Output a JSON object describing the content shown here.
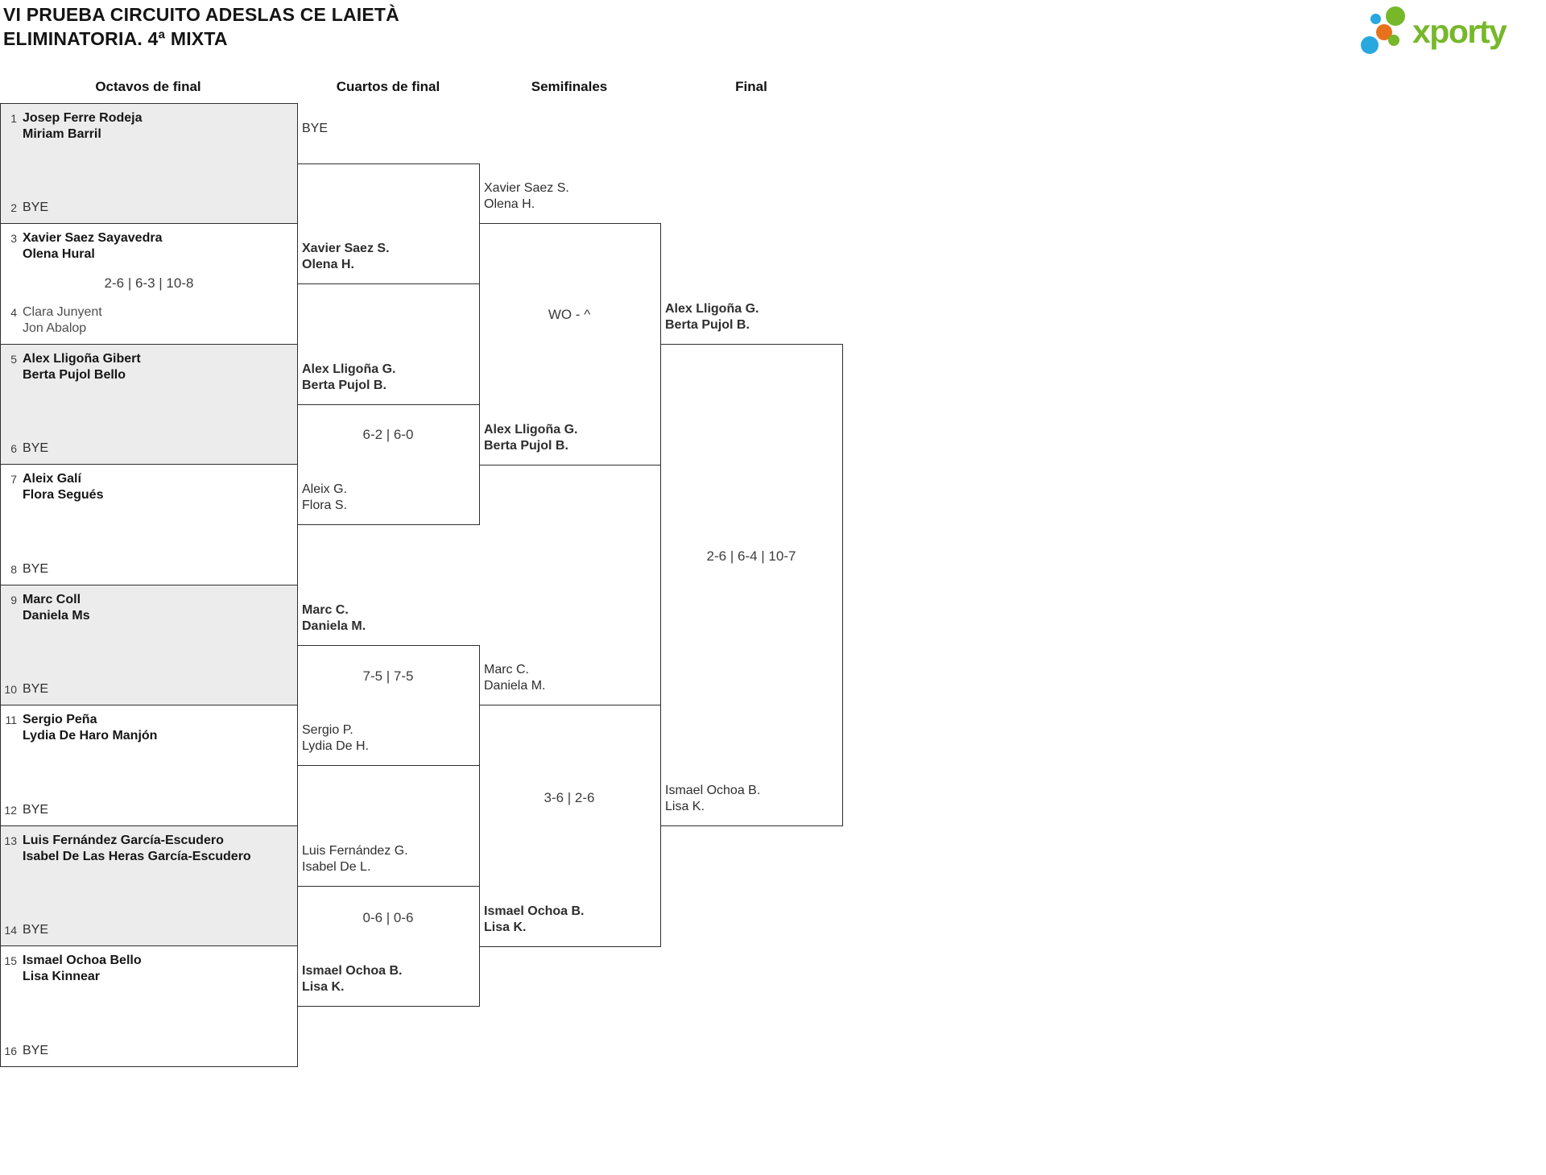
{
  "title": {
    "line1": "VI PRUEBA CIRCUITO ADESLAS CE LAIETÀ",
    "line2": "ELIMINATORIA. 4ª MIXTA"
  },
  "logo": {
    "text": "xporty"
  },
  "colors": {
    "accent_green": "#76b82a",
    "accent_blue": "#29a8e0",
    "accent_orange": "#e8721c",
    "box_fill_gray": "#ececec",
    "border": "#2e2e2e"
  },
  "headers": [
    "Octavos de final",
    "Cuartos de final",
    "Semifinales",
    "Final"
  ],
  "r16": [
    {
      "top_seed": "1",
      "top1": "Josep Ferre Rodeja",
      "top2": "Miriam Barril",
      "bottom_seed": "2",
      "bottom_bye": "BYE",
      "score": ""
    },
    {
      "top_seed": "3",
      "top1": "Xavier Saez Sayavedra",
      "top2": "Olena Hural",
      "bottom_seed": "4",
      "bottom1": "Clara Junyent",
      "bottom2": "Jon Abalop",
      "score": "2-6 | 6-3 | 10-8"
    },
    {
      "top_seed": "5",
      "top1": "Alex Lligoña Gibert",
      "top2": "Berta Pujol Bello",
      "bottom_seed": "6",
      "bottom_bye": "BYE",
      "score": ""
    },
    {
      "top_seed": "7",
      "top1": "Aleix Galí",
      "top2": "Flora Segués",
      "bottom_seed": "8",
      "bottom_bye": "BYE",
      "score": ""
    },
    {
      "top_seed": "9",
      "top1": "Marc Coll",
      "top2": "Daniela Ms",
      "bottom_seed": "10",
      "bottom_bye": "BYE",
      "score": ""
    },
    {
      "top_seed": "11",
      "top1": "Sergio Peña",
      "top2": "Lydia De Haro Manjón",
      "bottom_seed": "12",
      "bottom_bye": "BYE",
      "score": ""
    },
    {
      "top_seed": "13",
      "top1": "Luis Fernández García-Escudero",
      "top2": "Isabel De Las Heras García-Escudero",
      "bottom_seed": "14",
      "bottom_bye": "BYE",
      "score": ""
    },
    {
      "top_seed": "15",
      "top1": "Ismael Ochoa Bello",
      "top2": "Lisa Kinnear",
      "bottom_seed": "16",
      "bottom_bye": "BYE",
      "score": ""
    }
  ],
  "qf": [
    {
      "top1": "BYE",
      "top2": "",
      "bottom1": "Xavier Saez S.",
      "bottom2": "Olena H.",
      "score": ""
    },
    {
      "top1": "Alex Lligoña G.",
      "top2": "Berta Pujol B.",
      "bottom1": "Aleix G.",
      "bottom2": "Flora S.",
      "score": "6-2 | 6-0"
    },
    {
      "top1": "Marc C.",
      "top2": "Daniela M.",
      "bottom1": "Sergio P.",
      "bottom2": "Lydia De H.",
      "score": "7-5 | 7-5"
    },
    {
      "top1": "Luis Fernández G.",
      "top2": "Isabel De L.",
      "bottom1": "Ismael Ochoa B.",
      "bottom2": "Lisa K.",
      "score": "0-6 | 0-6"
    }
  ],
  "sf": [
    {
      "top1": "Xavier Saez S.",
      "top2": "Olena H.",
      "bottom1": "Alex Lligoña G.",
      "bottom2": "Berta Pujol B.",
      "score": "WO - ^"
    },
    {
      "top1": "Marc C.",
      "top2": "Daniela M.",
      "bottom1": "Ismael Ochoa B.",
      "bottom2": "Lisa K.",
      "score": "3-6 | 2-6"
    }
  ],
  "final": {
    "top1": "Alex Lligoña G.",
    "top2": "Berta Pujol B.",
    "bottom1": "Ismael Ochoa B.",
    "bottom2": "Lisa K.",
    "score": "2-6 | 6-4 | 10-7"
  }
}
